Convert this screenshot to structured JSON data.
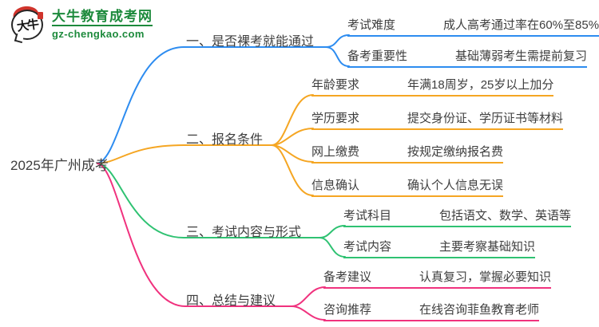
{
  "logo": {
    "mark_text": "大牛",
    "title": "大牛教育成考网",
    "domain": "gz-chengkao.com",
    "brand_color": "#1d8a3c",
    "seal_color": "#d0342c"
  },
  "root": {
    "label": "2025年广州成考"
  },
  "text_color": "#3e3e3e",
  "branches": [
    {
      "label": "一、是否裸考就能通过",
      "color": "#2d8cf0",
      "children": [
        {
          "label": "考试难度",
          "value": "成人高考通过率在60%至85%"
        },
        {
          "label": "备考重要性",
          "value": "基础薄弱考生需提前复习"
        }
      ]
    },
    {
      "label": "二、报名条件",
      "color": "#f5a623",
      "children": [
        {
          "label": "年龄要求",
          "value": "年满18周岁，25岁以上加分"
        },
        {
          "label": "学历要求",
          "value": "提交身份证、学历证书等材料"
        },
        {
          "label": "网上缴费",
          "value": "按规定缴纳报名费"
        },
        {
          "label": "信息确认",
          "value": "确认个人信息无误"
        }
      ]
    },
    {
      "label": "三、考试内容与形式",
      "color": "#2fc272",
      "children": [
        {
          "label": "考试科目",
          "value": "包括语文、数学、英语等"
        },
        {
          "label": "考试内容",
          "value": "主要考察基础知识"
        }
      ]
    },
    {
      "label": "四、总结与建议",
      "color": "#f0327e",
      "children": [
        {
          "label": "备考建议",
          "value": "认真复习，掌握必要知识"
        },
        {
          "label": "咨询推荐",
          "value": "在线咨询菲鱼教育老师"
        }
      ]
    }
  ]
}
